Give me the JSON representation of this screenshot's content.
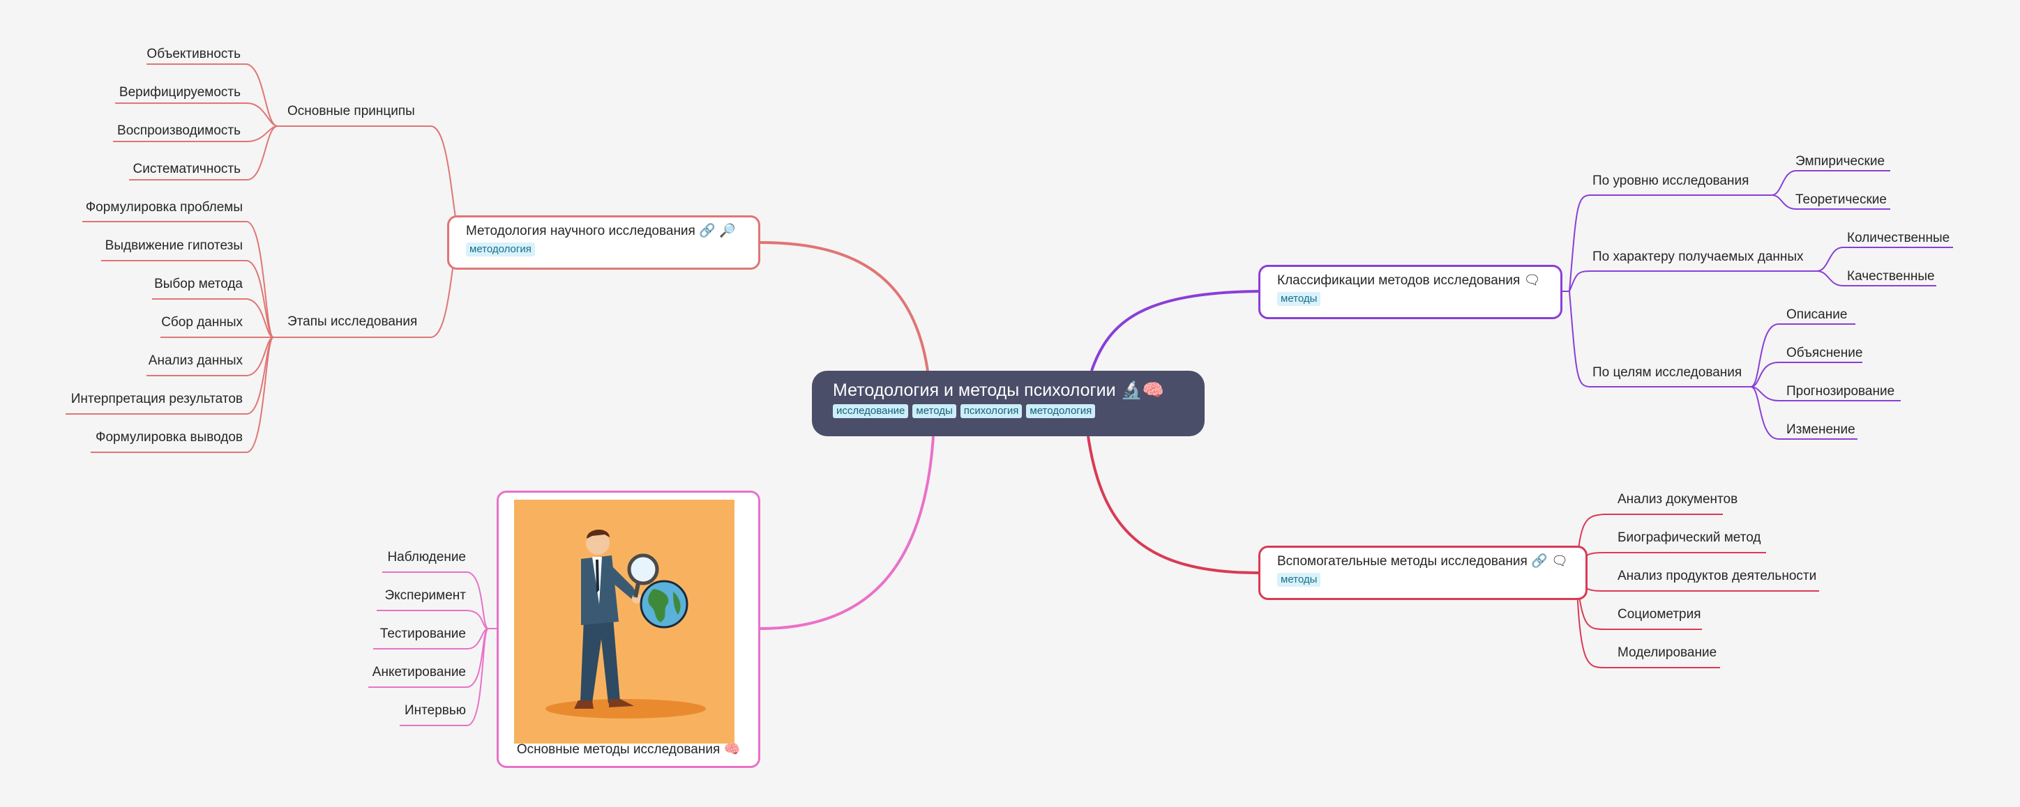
{
  "center": {
    "title": "Методология и методы психологии 🔬🧠",
    "tags": [
      "исследование",
      "методы",
      "психология",
      "методология"
    ]
  },
  "methodology": {
    "title": "Методология научного исследования 🔗 🔎",
    "tag": "методология",
    "principles": {
      "label": "Основные принципы",
      "items": [
        "Объективность",
        "Верифицируемость",
        "Воспроизводимость",
        "Систематичность"
      ]
    },
    "stages": {
      "label": "Этапы исследования",
      "items": [
        "Формулировка проблемы",
        "Выдвижение гипотезы",
        "Выбор метода",
        "Сбор данных",
        "Анализ данных",
        "Интерпретация результатов",
        "Формулировка выводов"
      ]
    }
  },
  "basic_methods": {
    "caption": "Основные методы исследования 🧠",
    "items": [
      "Наблюдение",
      "Эксперимент",
      "Тестирование",
      "Анкетирование",
      "Интервью"
    ]
  },
  "classification": {
    "title": "Классификации методов исследования 🗨",
    "tag": "методы",
    "by_level": {
      "label": "По уровню исследования",
      "items": [
        "Эмпирические",
        "Теоретические"
      ]
    },
    "by_data": {
      "label": "По характеру получаемых данных",
      "items": [
        "Количественные",
        "Качественные"
      ]
    },
    "by_goals": {
      "label": "По целям исследования",
      "items": [
        "Описание",
        "Объяснение",
        "Прогнозирование",
        "Изменение"
      ]
    }
  },
  "auxiliary": {
    "title": "Вспомогательные методы исследования 🔗 🗨",
    "tag": "методы",
    "items": [
      "Анализ документов",
      "Биографический метод",
      "Анализ продуктов деятельности",
      "Социометрия",
      "Моделирование"
    ]
  },
  "colors": {
    "methodology": "#e07575",
    "basic_methods": "#e971c8",
    "classification": "#8a3ed8",
    "auxiliary": "#d93a55",
    "center": "#4a4e69",
    "background": "#f5f5f5"
  }
}
